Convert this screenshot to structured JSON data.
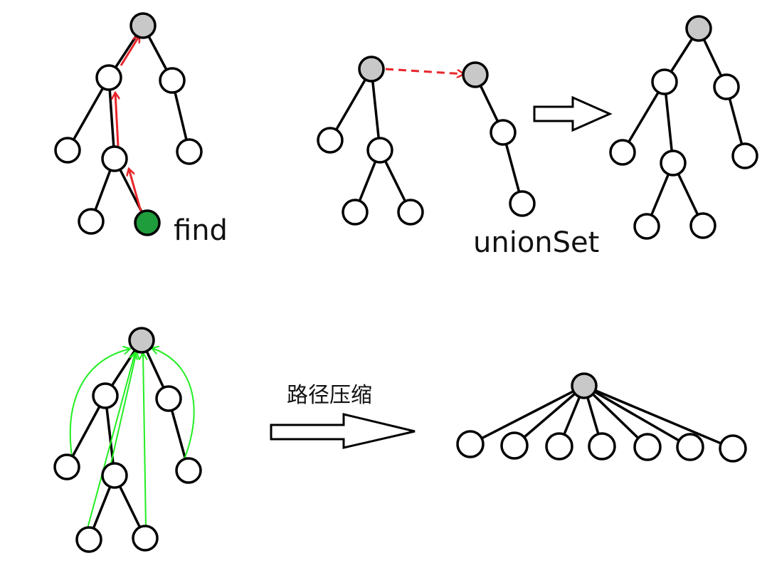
{
  "labels": {
    "find": "find",
    "union_set": "unionSet",
    "path_compression": "路径压缩"
  },
  "colors": {
    "node_fill": "#ffffff",
    "root_fill": "#c8c8c8",
    "query_node_fill": "#1f9c3c",
    "edge": "#000000",
    "find_path": "#e8252a",
    "union_link": "#e8252a",
    "compression_path": "#22ee22"
  },
  "panels": [
    {
      "name": "find-tree",
      "role": "find path from marked node up to root"
    },
    {
      "name": "union-trees",
      "role": "two trees linked root to root"
    },
    {
      "name": "merged-tree",
      "role": "result of unionSet"
    },
    {
      "name": "compress-before-tree",
      "role": "all nodes re-pointed to root"
    },
    {
      "name": "compress-after-tree",
      "role": "flattened tree after path compression"
    }
  ]
}
